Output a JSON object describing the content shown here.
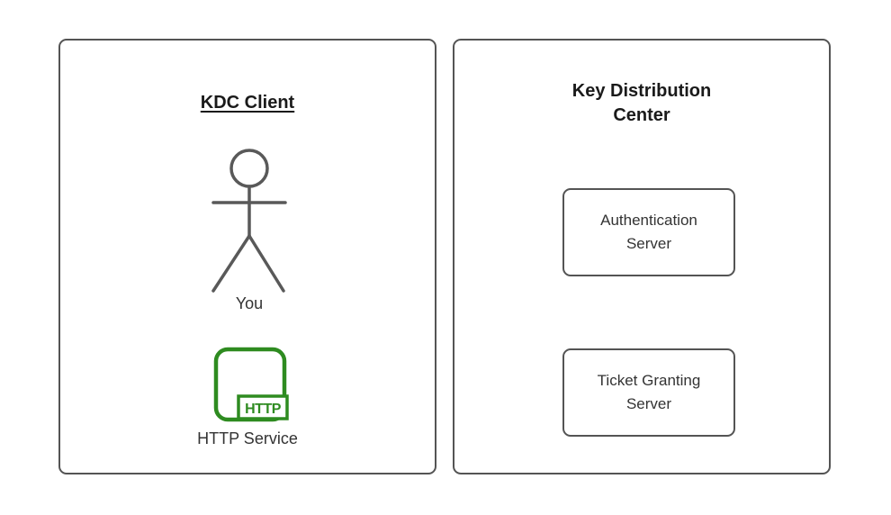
{
  "diagram": {
    "client_panel": {
      "title": "KDC Client",
      "actor_label": "You",
      "service_label": "HTTP Service",
      "service_badge": "HTTP"
    },
    "kdc_panel": {
      "title": "Key Distribution Center",
      "nodes": [
        {
          "label": "Authentication Server"
        },
        {
          "label": "Ticket Granting Server"
        }
      ]
    },
    "colors": {
      "shape_border": "#545454",
      "figure_stroke": "#595959",
      "title_text": "#1a1a1a",
      "label_text": "#333333",
      "accent_green": "#2e8b20",
      "background": "#ffffff"
    }
  }
}
